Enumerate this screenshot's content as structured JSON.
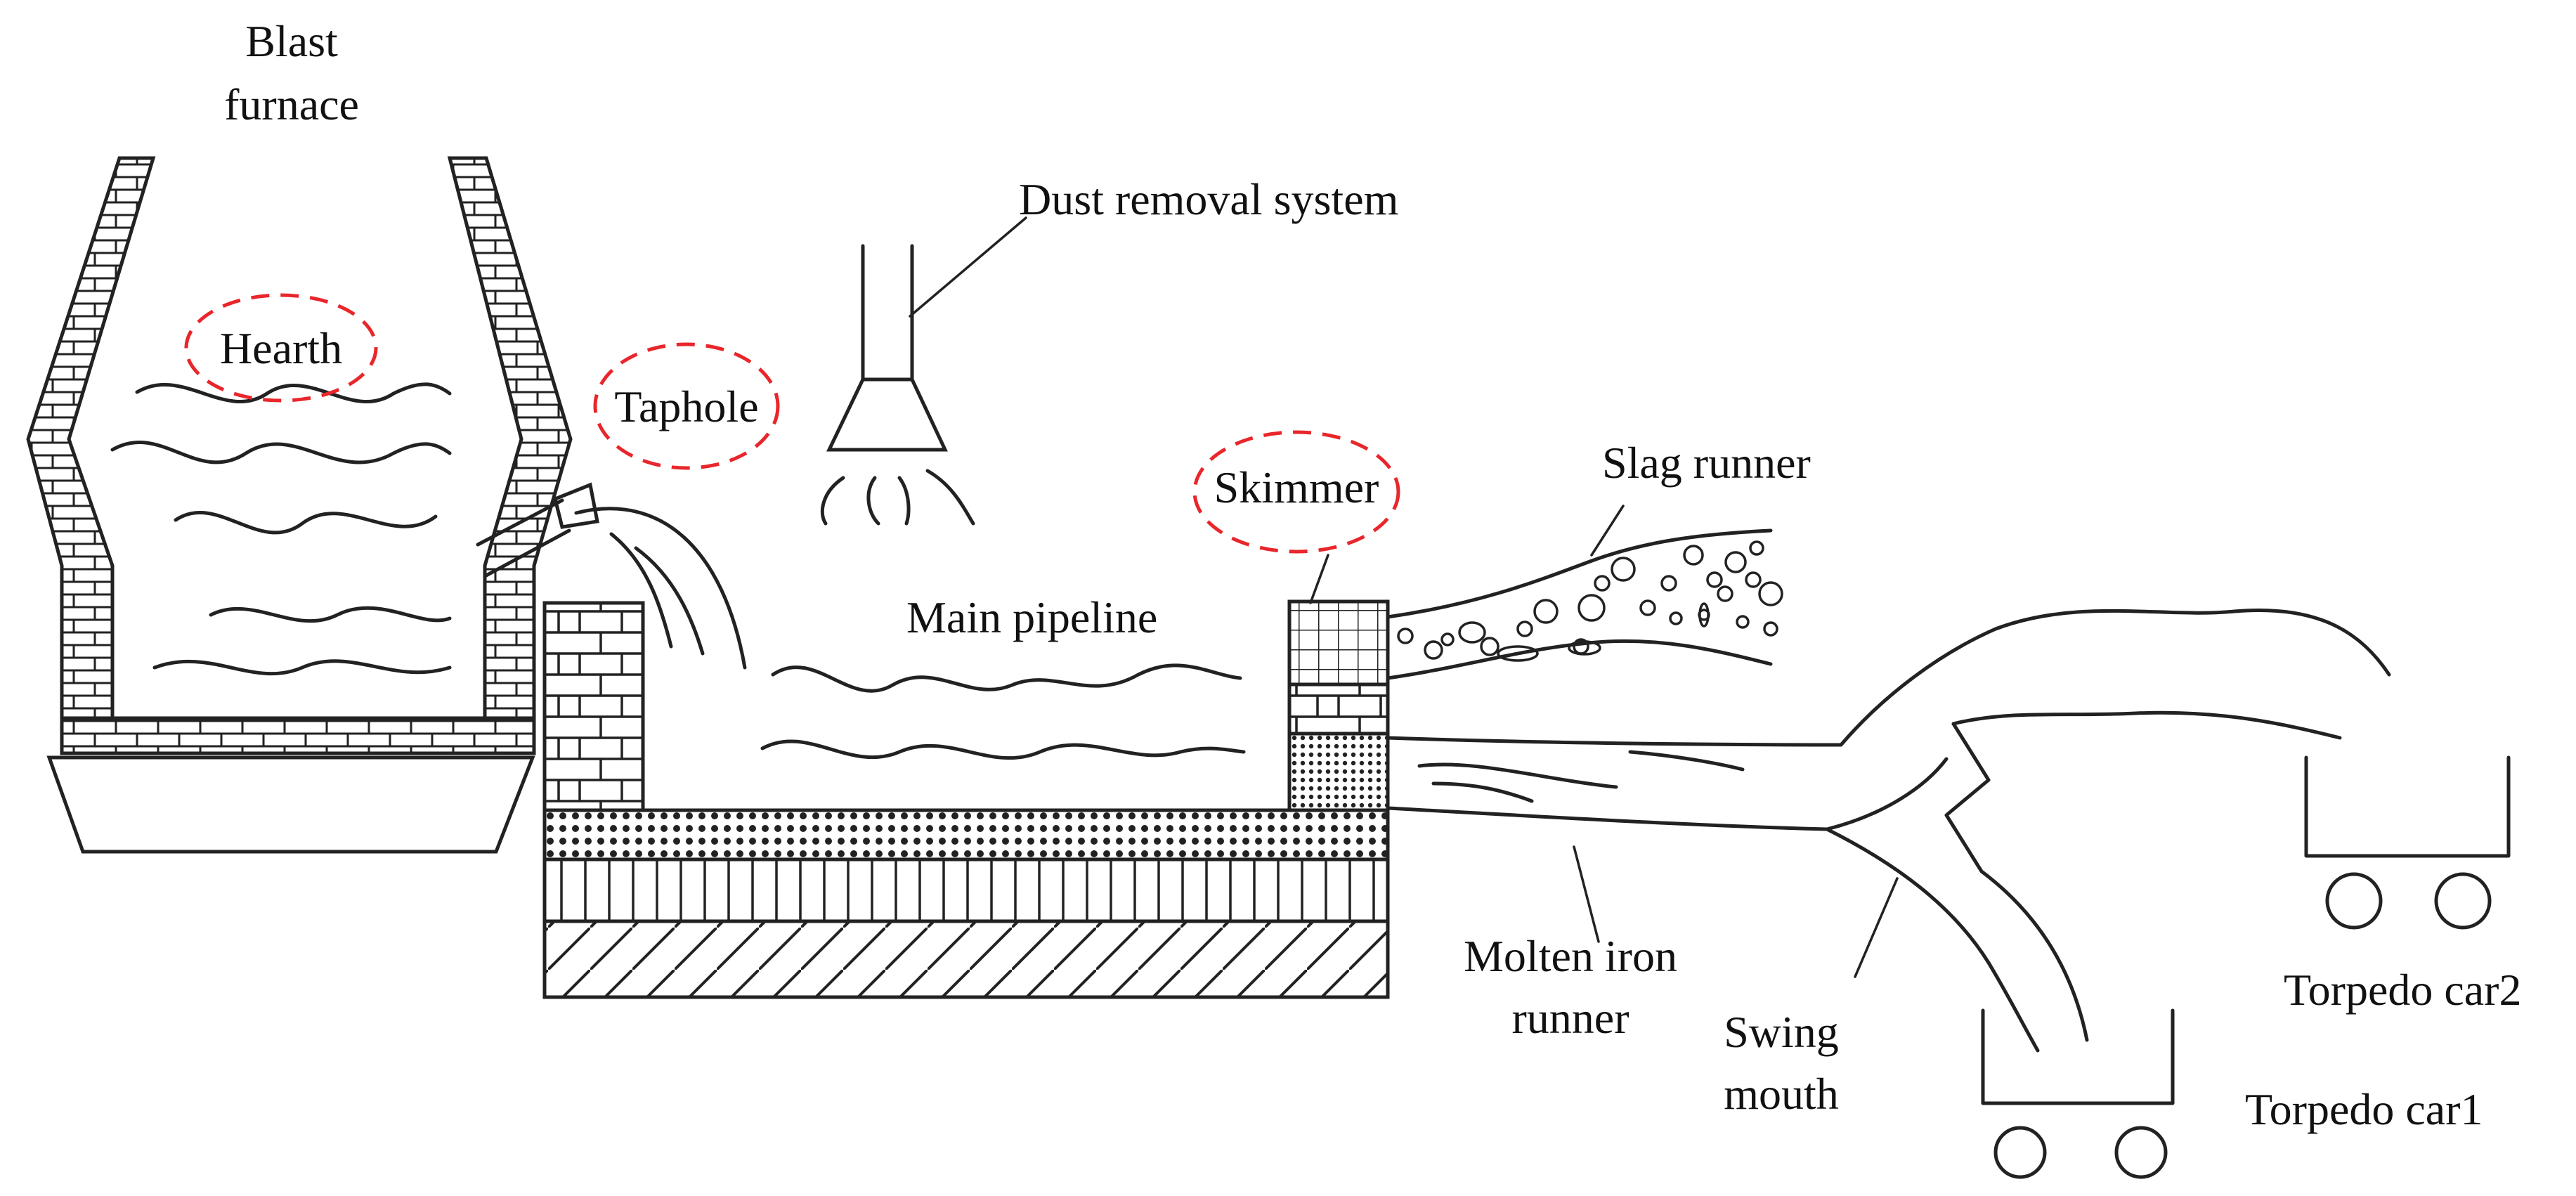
{
  "labels": {
    "blast_furnace_line1": "Blast",
    "blast_furnace_line2": "furnace",
    "hearth": "Hearth",
    "taphole": "Taphole",
    "dust_removal_system": "Dust removal system",
    "skimmer": "Skimmer",
    "slag_runner": "Slag runner",
    "main_pipeline": "Main pipeline",
    "molten_iron_runner_line1": "Molten iron",
    "molten_iron_runner_line2": "runner",
    "swing_mouth_line1": "Swing",
    "swing_mouth_line2": "mouth",
    "torpedo_car1": "Torpedo car1",
    "torpedo_car2": "Torpedo car2"
  },
  "colors": {
    "line": "#222222",
    "highlight": "#e8262b",
    "background": "#ffffff"
  }
}
